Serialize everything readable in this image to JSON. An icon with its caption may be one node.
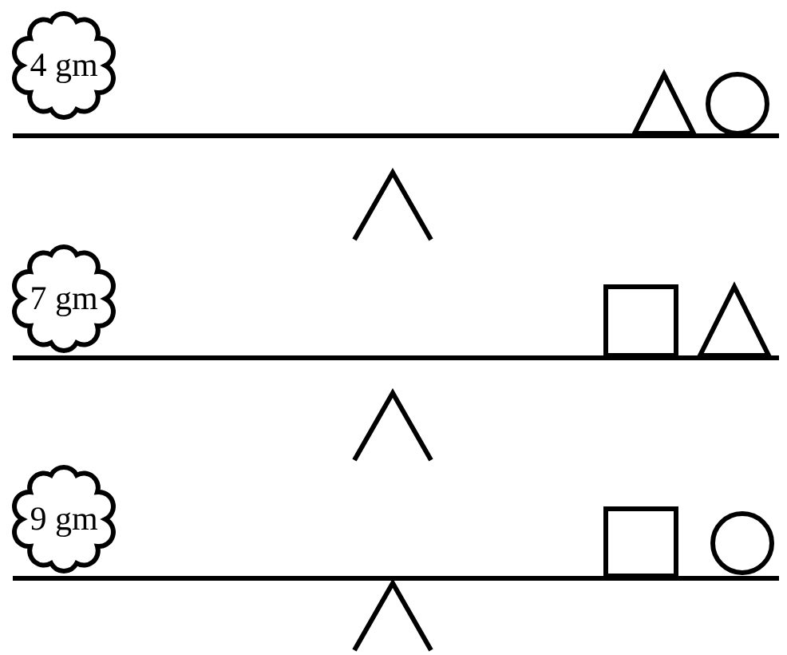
{
  "diagram": {
    "nodes": [
      {
        "text": [
          "4 gm"
        ]
      },
      {
        "text": [],
        "shape": "triangle"
      },
      {
        "text": [],
        "shape": "circle"
      },
      {
        "text": [
          "7 gm"
        ]
      },
      {
        "text": [],
        "shape": "box"
      },
      {
        "text": [],
        "shape": "triangle"
      },
      {
        "text": [
          "9 gm"
        ]
      },
      {
        "text": [],
        "shape": "box"
      },
      {
        "text": [],
        "shape": "circle"
      }
    ]
  }
}
